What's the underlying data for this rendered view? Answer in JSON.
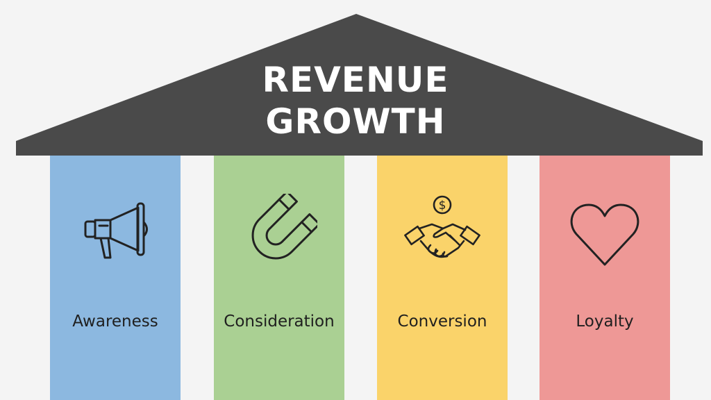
{
  "title": {
    "line1": "REVENUE",
    "line2": "GROWTH"
  },
  "colors": {
    "roof": "#4a4a4a",
    "background": "#f4f4f4",
    "awareness": "#8cb8e0",
    "consideration": "#aad093",
    "conversion": "#fad36a",
    "loyalty": "#ee9896",
    "icon_stroke": "#222222"
  },
  "pillars": [
    {
      "label": "Awareness",
      "icon": "megaphone-icon",
      "color": "#8cb8e0"
    },
    {
      "label": "Consideration",
      "icon": "magnet-icon",
      "color": "#aad093"
    },
    {
      "label": "Conversion",
      "icon": "handshake-dollar-icon",
      "color": "#fad36a"
    },
    {
      "label": "Loyalty",
      "icon": "heart-icon",
      "color": "#ee9896"
    }
  ]
}
